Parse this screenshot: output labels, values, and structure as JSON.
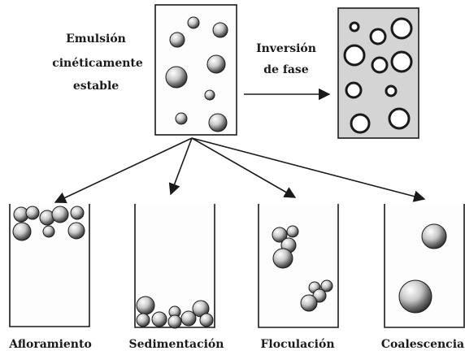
{
  "labels": {
    "stable_emulsion": [
      "Emulsión",
      "cinéticamente",
      "estable"
    ],
    "phase_inversion": [
      "Inversión",
      "de fase"
    ],
    "creaming": "Afloramiento",
    "sedimentation": "Sedimentación",
    "flocculation": "Floculación",
    "coalescence": "Coalescencia"
  },
  "colors": {
    "ink": "#1a1a1a",
    "inverted_phase_fill": "#d4d4d4",
    "droplet_light": "#ffffff",
    "droplet_dark": "#444444"
  }
}
